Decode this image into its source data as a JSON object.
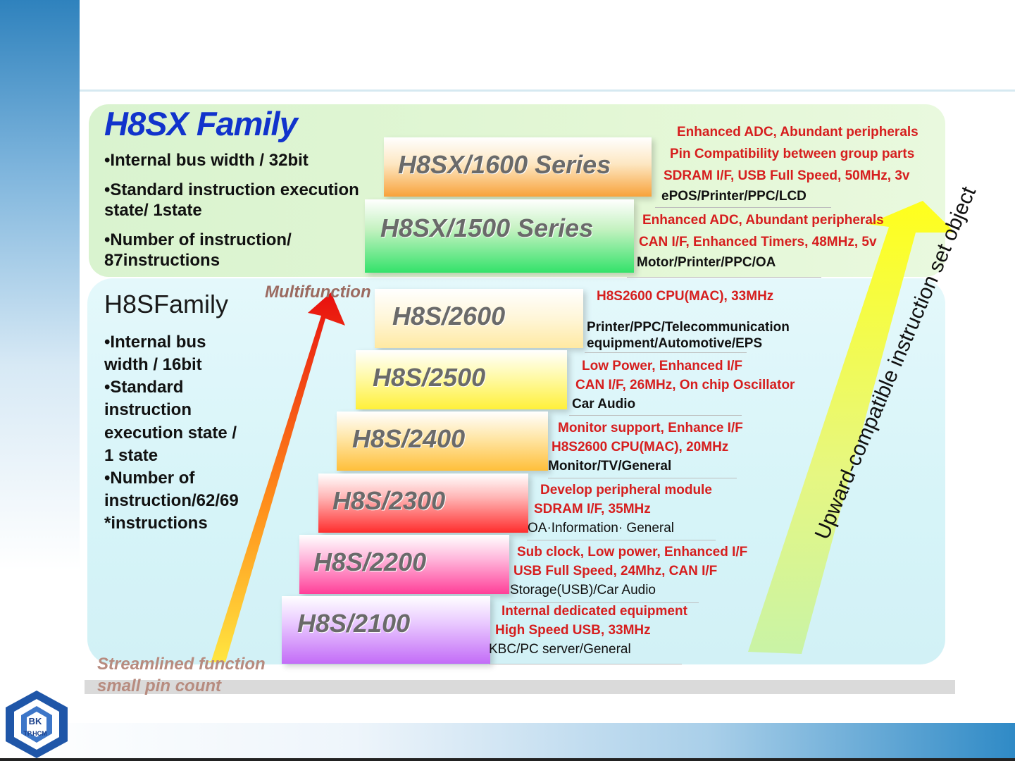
{
  "sx_family": {
    "title": "H8SX Family",
    "bullets": [
      "•Internal bus width / 32bit",
      "•Standard instruction execution",
      "state/ 1state",
      "•Number of instruction/",
      "87instructions"
    ]
  },
  "s_family": {
    "title": "H8SFamily",
    "bullets": [
      "•Internal bus",
      "width / 16bit",
      "•Standard",
      "instruction",
      "execution state /",
      "1 state",
      "•Number of",
      "instruction/62/69",
      "*instructions"
    ]
  },
  "labels": {
    "multifunction": "Multifunction",
    "streamlined_1": "Streamlined function",
    "streamlined_2": "small pin count",
    "upward": "Upward-compatible instruction set object"
  },
  "series": [
    {
      "name": "H8SX/1600 Series",
      "features": [
        "Enhanced ADC, Abundant peripherals",
        "Pin Compatibility between group parts",
        "SDRAM I/F, USB Full Speed, 50MHz, 3v"
      ],
      "applications": "ePOS/Printer/PPC/LCD"
    },
    {
      "name": "H8SX/1500 Series",
      "features": [
        "Enhanced ADC, Abundant peripherals",
        "CAN I/F, Enhanced Timers, 48MHz, 5v"
      ],
      "applications": "Motor/Printer/PPC/OA"
    },
    {
      "name": "H8S/2600",
      "features": [
        "H8S2600 CPU(MAC), 33MHz"
      ],
      "applications": "Printer/PPC/Telecommunication",
      "applications_2": "equipment/Automotive/EPS"
    },
    {
      "name": "H8S/2500",
      "features": [
        "Low Power, Enhanced I/F",
        "CAN I/F, 26MHz, On chip Oscillator"
      ],
      "applications": "Car Audio"
    },
    {
      "name": "H8S/2400",
      "features": [
        "Monitor support, Enhance I/F",
        "H8S2600 CPU(MAC), 20MHz"
      ],
      "applications": "Monitor/TV/General"
    },
    {
      "name": "H8S/2300",
      "features": [
        "Develop peripheral module",
        "SDRAM I/F, 35MHz"
      ],
      "applications": "OA·Information· General"
    },
    {
      "name": "H8S/2200",
      "features": [
        "Sub clock, Low power, Enhanced I/F",
        "USB Full Speed, 24Mhz, CAN I/F"
      ],
      "applications": "Storage(USB)/Car Audio"
    },
    {
      "name": "H8S/2100",
      "features": [
        "Internal dedicated equipment",
        "High Speed USB, 33MHz"
      ],
      "applications": "KBC/PC server/General"
    }
  ],
  "logo": {
    "text": "BK",
    "subtext": "TP.HCM"
  },
  "colors": {
    "title_blue": "#1133cc",
    "feature_red": "#d61e1e",
    "sx_panel": "#dff5d2",
    "s_panel": "#d8f3f8"
  }
}
